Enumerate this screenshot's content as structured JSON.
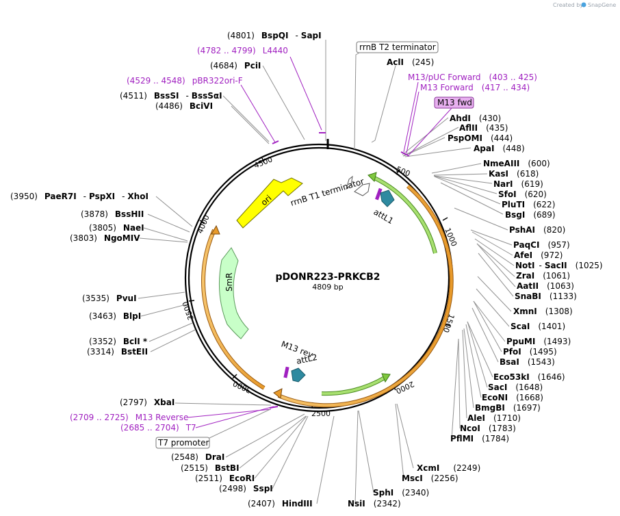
{
  "credit": {
    "prefix": "Created by",
    "brand": "SnapGene"
  },
  "plasmid": {
    "name": "pDONR223-PRKCB2",
    "length": 4809,
    "length_label": "4809 bp"
  },
  "ticks": [
    "500",
    "1000",
    "1500",
    "2000",
    "2500",
    "3000",
    "3500",
    "4000",
    "4500"
  ],
  "colors": {
    "backbone": "#000000",
    "ori": "#ffff00",
    "smr": "#c8ffc8",
    "orange_arrow": "#f0a030",
    "green_arrow": "#80c840",
    "att": "#2e8aa0",
    "primer": "#a020c0",
    "primer_box": "#e8b0f0"
  },
  "features": {
    "ori": "ori",
    "smr": "SmR",
    "rrnb_t1": "rrnB T1 terminator",
    "attl1": "attL1",
    "attl2": "attL2",
    "m13rev": "M13 rev"
  },
  "boxed_labels": {
    "rrnb_t2": "rrnB T2 terminator",
    "t7_promoter": "T7 promoter",
    "m13_fwd": "M13 fwd"
  },
  "enzymes_right": [
    {
      "name": "AclI",
      "pos": "(245)"
    },
    {
      "name": "AhdI",
      "pos": "(430)"
    },
    {
      "name": "AflII",
      "pos": "(435)"
    },
    {
      "name": "PspOMI",
      "pos": "(444)"
    },
    {
      "name": "ApaI",
      "pos": "(448)"
    },
    {
      "name": "NmeAIII",
      "pos": "(600)"
    },
    {
      "name": "KasI",
      "pos": "(618)"
    },
    {
      "name": "NarI",
      "pos": "(619)"
    },
    {
      "name": "SfoI",
      "pos": "(620)"
    },
    {
      "name": "PluTI",
      "pos": "(622)"
    },
    {
      "name": "BsgI",
      "pos": "(689)"
    },
    {
      "name": "PshAI",
      "pos": "(820)"
    },
    {
      "name": "PaqCI",
      "pos": "(957)"
    },
    {
      "name": "AfeI",
      "pos": "(972)"
    },
    {
      "name": "NotI",
      "name2": "SacII",
      "pos": "(1025)"
    },
    {
      "name": "ZraI",
      "pos": "(1061)"
    },
    {
      "name": "AatII",
      "pos": "(1063)"
    },
    {
      "name": "SnaBI",
      "pos": "(1133)"
    },
    {
      "name": "XmnI",
      "pos": "(1308)"
    },
    {
      "name": "ScaI",
      "pos": "(1401)"
    },
    {
      "name": "PpuMI",
      "pos": "(1493)"
    },
    {
      "name": "PfoI",
      "pos": "(1495)"
    },
    {
      "name": "BsaI",
      "pos": "(1543)"
    },
    {
      "name": "Eco53kI",
      "pos": "(1646)"
    },
    {
      "name": "SacI",
      "pos": "(1648)"
    },
    {
      "name": "EcoNI",
      "pos": "(1668)"
    },
    {
      "name": "BmgBI",
      "pos": "(1697)"
    },
    {
      "name": "AleI",
      "pos": "(1710)"
    },
    {
      "name": "NcoI",
      "pos": "(1783)"
    },
    {
      "name": "PflMI",
      "pos": "(1784)"
    },
    {
      "name": "XcmI",
      "pos": "(2249)"
    },
    {
      "name": "MscI",
      "pos": "(2256)"
    },
    {
      "name": "SphI",
      "pos": "(2340)"
    },
    {
      "name": "NsiI",
      "pos": "(2342)"
    }
  ],
  "enzymes_left": [
    {
      "name": "BspQI",
      "name2": "SapI",
      "pos": "(4801)"
    },
    {
      "name": "PciI",
      "pos": "(4684)"
    },
    {
      "name": "BssSI",
      "name2": "BssSαI",
      "pos": "(4511)"
    },
    {
      "name": "BciVI",
      "pos": "(4486)"
    },
    {
      "name": "PaeR7I",
      "name2": "PspXI",
      "name3": "XhoI",
      "pos": "(3950)"
    },
    {
      "name": "BssHII",
      "pos": "(3878)"
    },
    {
      "name": "NaeI",
      "pos": "(3805)"
    },
    {
      "name": "NgoMIV",
      "pos": "(3803)"
    },
    {
      "name": "PvuI",
      "pos": "(3535)"
    },
    {
      "name": "BlpI",
      "pos": "(3463)"
    },
    {
      "name": "BclI *",
      "pos": "(3352)"
    },
    {
      "name": "BstEII",
      "pos": "(3314)"
    },
    {
      "name": "XbaI",
      "pos": "(2797)"
    },
    {
      "name": "DraI",
      "pos": "(2548)"
    },
    {
      "name": "BstBI",
      "pos": "(2515)"
    },
    {
      "name": "EcoRI",
      "pos": "(2511)"
    },
    {
      "name": "SspI",
      "pos": "(2498)"
    },
    {
      "name": "HindIII",
      "pos": "(2407)"
    }
  ],
  "primers": [
    {
      "name": "L4440",
      "range": "(4782 .. 4799)"
    },
    {
      "name": "pBR322ori-F",
      "range": "(4529 .. 4548)"
    },
    {
      "name": "M13/pUC Forward",
      "range": "(403 .. 425)"
    },
    {
      "name": "M13 Forward",
      "range": "(417 .. 434)"
    },
    {
      "name": "M13 Reverse",
      "range": "(2709 .. 2725)"
    },
    {
      "name": "T7",
      "range": "(2685 .. 2704)"
    }
  ]
}
